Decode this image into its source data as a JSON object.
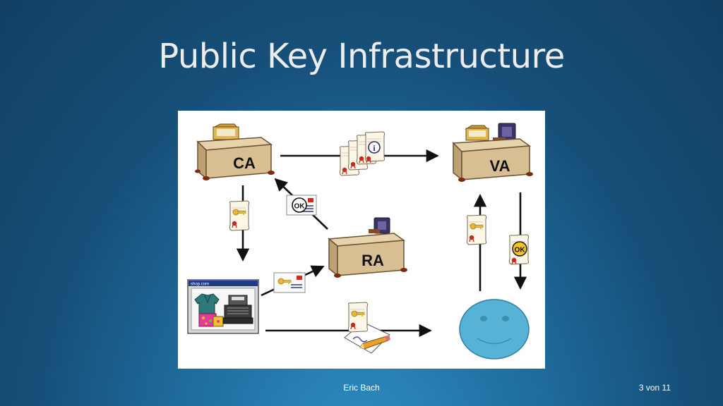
{
  "slide": {
    "title": "Public Key Infrastructure",
    "author": "Eric Bach",
    "page": "3 von 11"
  },
  "diagram": {
    "ca_label": "CA",
    "va_label": "VA",
    "ra_label": "RA",
    "ok_label": "OK",
    "info_label": "i",
    "shop_label": "shop.com"
  },
  "colors": {
    "desk": "#d8bf93",
    "smiley": "#56b3d6",
    "arrow": "#111111"
  }
}
